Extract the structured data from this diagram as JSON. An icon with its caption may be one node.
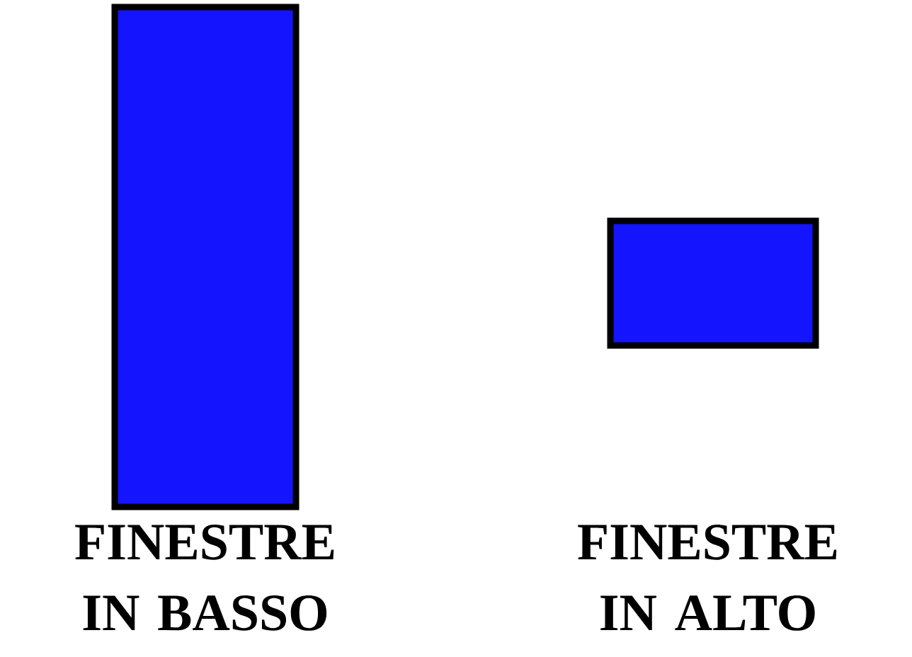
{
  "diagram": {
    "nodes": [
      {
        "text": [],
        "shape": "box",
        "beside": [
          "FINESTRE IN BASSO"
        ]
      },
      {
        "text": [],
        "shape": "box",
        "beside": [
          "FINESTRE IN ALTO"
        ]
      }
    ]
  }
}
